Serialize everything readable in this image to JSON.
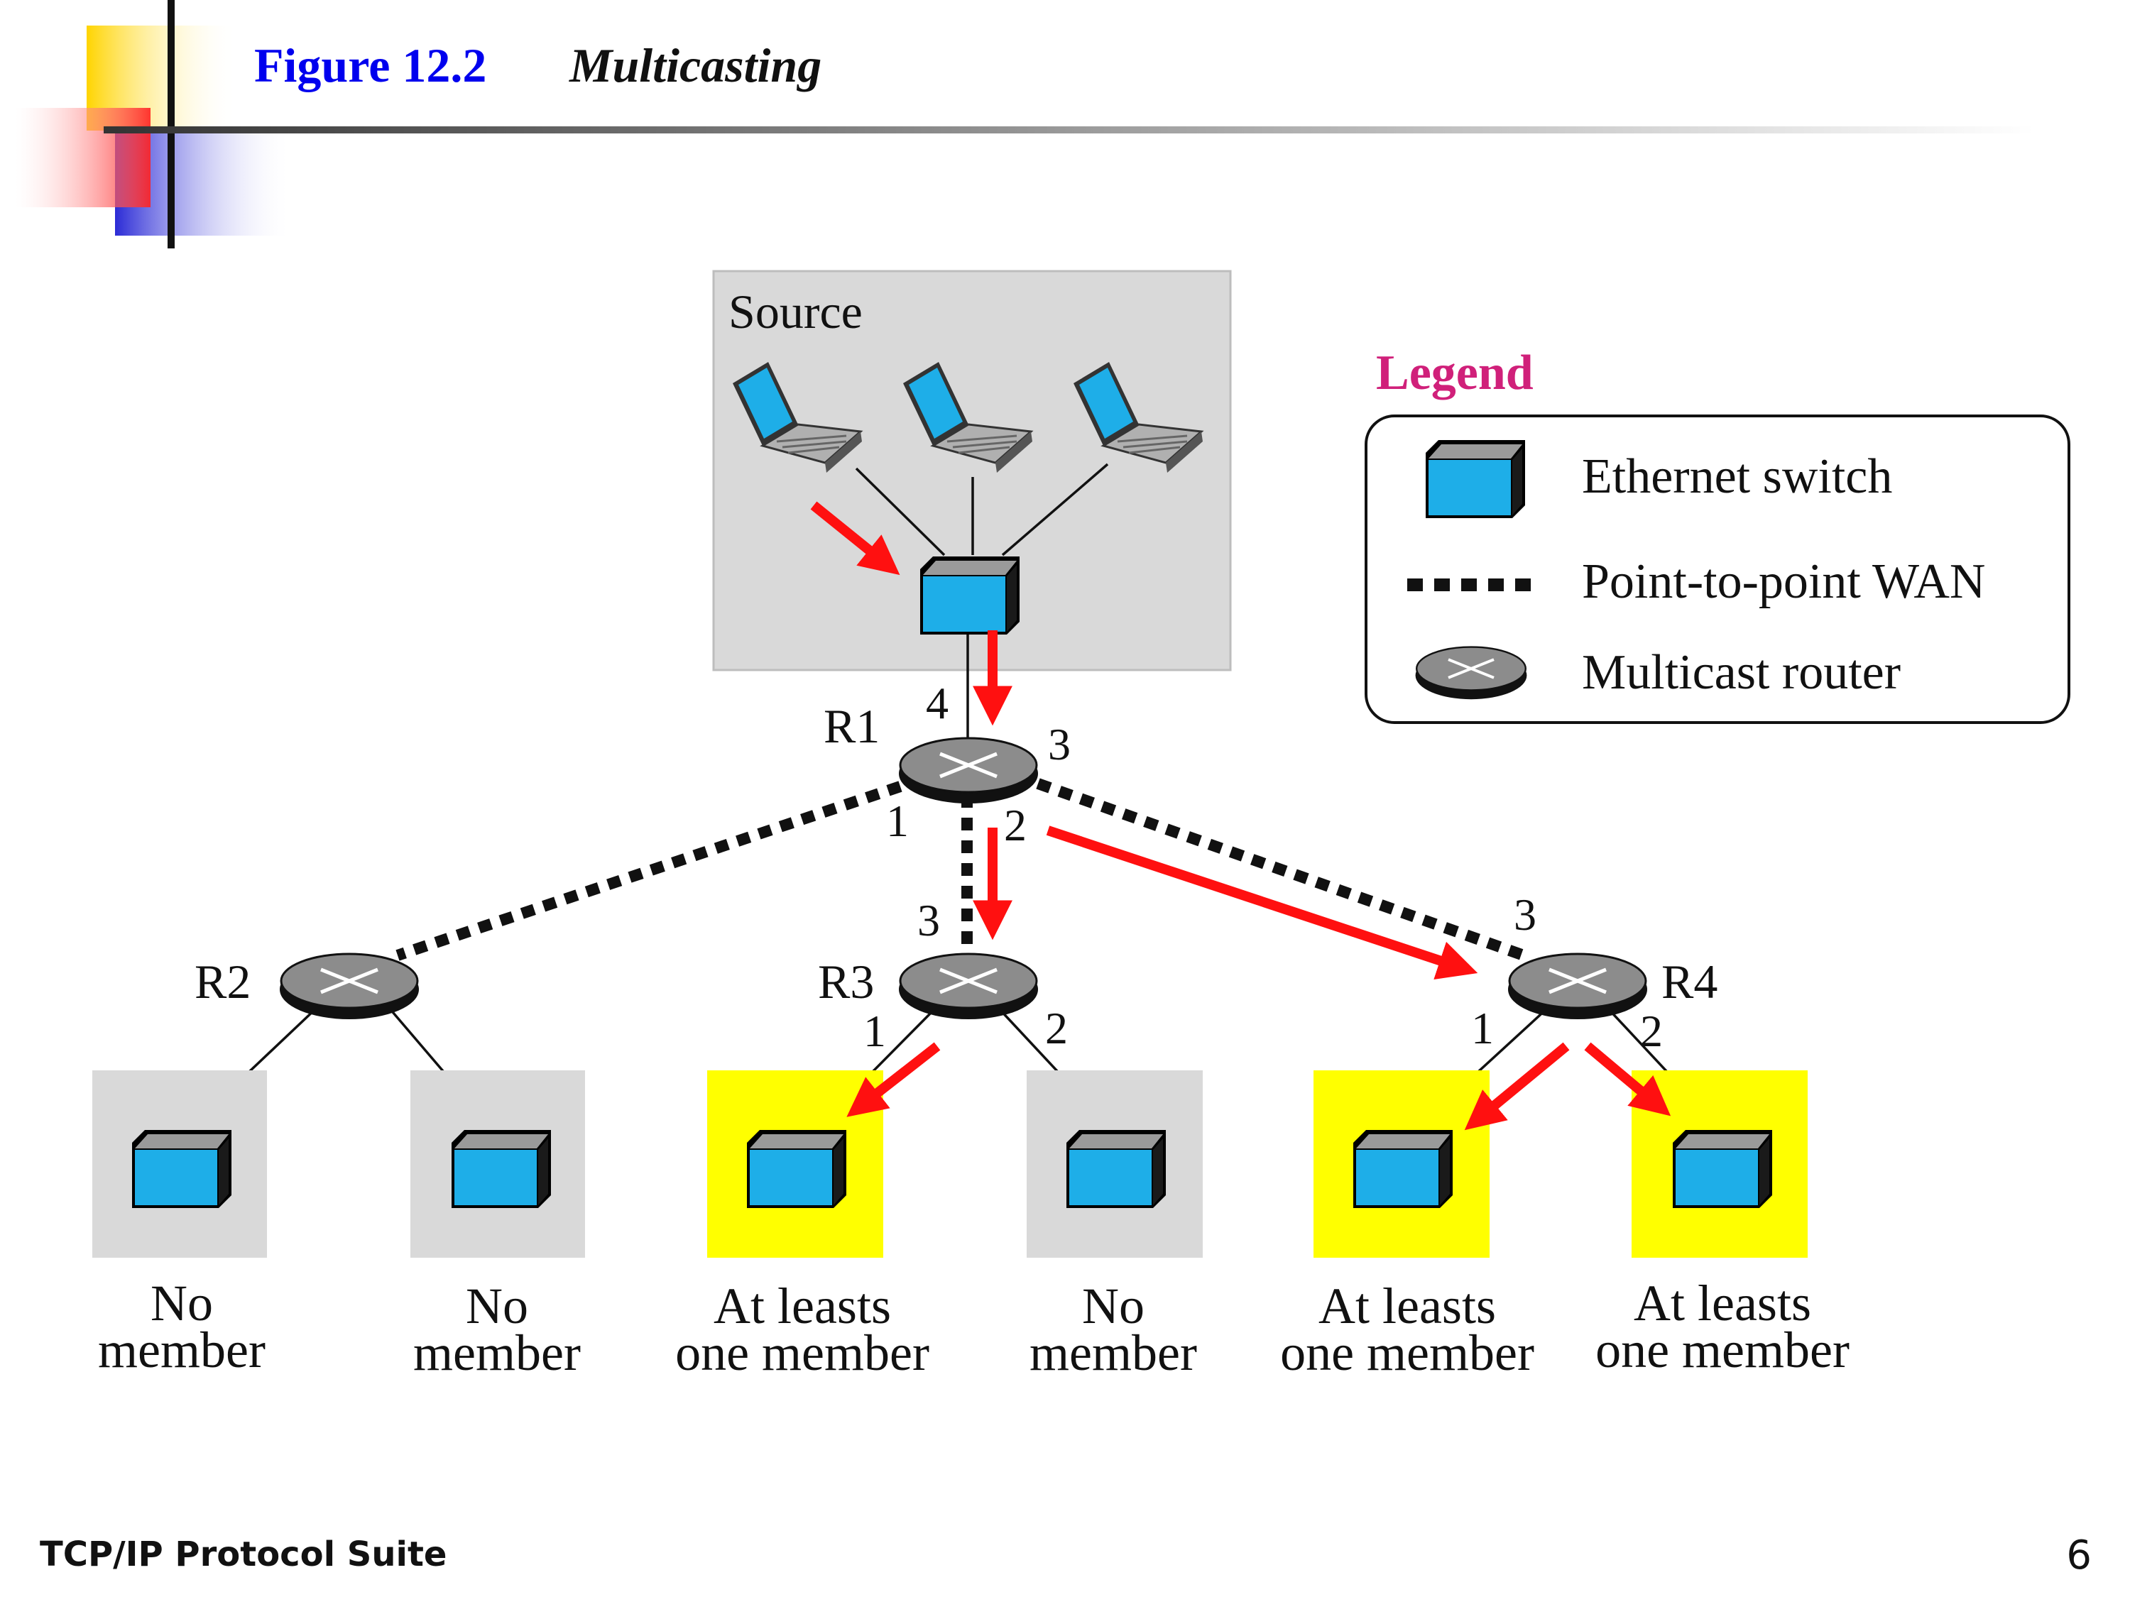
{
  "header": {
    "figure_number": "Figure 12.2",
    "figure_title": "Multicasting"
  },
  "diagram": {
    "source_label": "Source",
    "routers": {
      "r1": "R1",
      "r2": "R2",
      "r3": "R3",
      "r4": "R4"
    },
    "r1_ports": {
      "p4": "4",
      "p3": "3",
      "p1": "1",
      "p2": "2"
    },
    "r3_ports": {
      "p3": "3",
      "p1": "1",
      "p2": "2"
    },
    "r4_ports": {
      "p3": "3",
      "p1": "1",
      "p2": "2"
    },
    "lans": [
      {
        "line1": "No",
        "line2": "member",
        "has_member": false
      },
      {
        "line1": "No",
        "line2": "member",
        "has_member": false
      },
      {
        "line1": "At leasts",
        "line2": "one member",
        "has_member": true
      },
      {
        "line1": "No",
        "line2": "member",
        "has_member": false
      },
      {
        "line1": "At leasts",
        "line2": "one member",
        "has_member": true
      },
      {
        "line1": "At leasts",
        "line2": "one member",
        "has_member": true
      }
    ],
    "colors": {
      "member_lan": "#ffff00",
      "nonmember_lan": "#d9d9d9",
      "source_area": "#d9d9d9",
      "switch": "#1eaee8",
      "arrow": "#ff1010"
    }
  },
  "legend": {
    "title": "Legend",
    "items": [
      {
        "icon": "ethernet-switch-icon",
        "label": "Ethernet switch"
      },
      {
        "icon": "point-to-point-wan-icon",
        "label": "Point-to-point WAN"
      },
      {
        "icon": "multicast-router-icon",
        "label": "Multicast router"
      }
    ]
  },
  "footer": {
    "text": "TCP/IP Protocol Suite",
    "page": "6"
  }
}
